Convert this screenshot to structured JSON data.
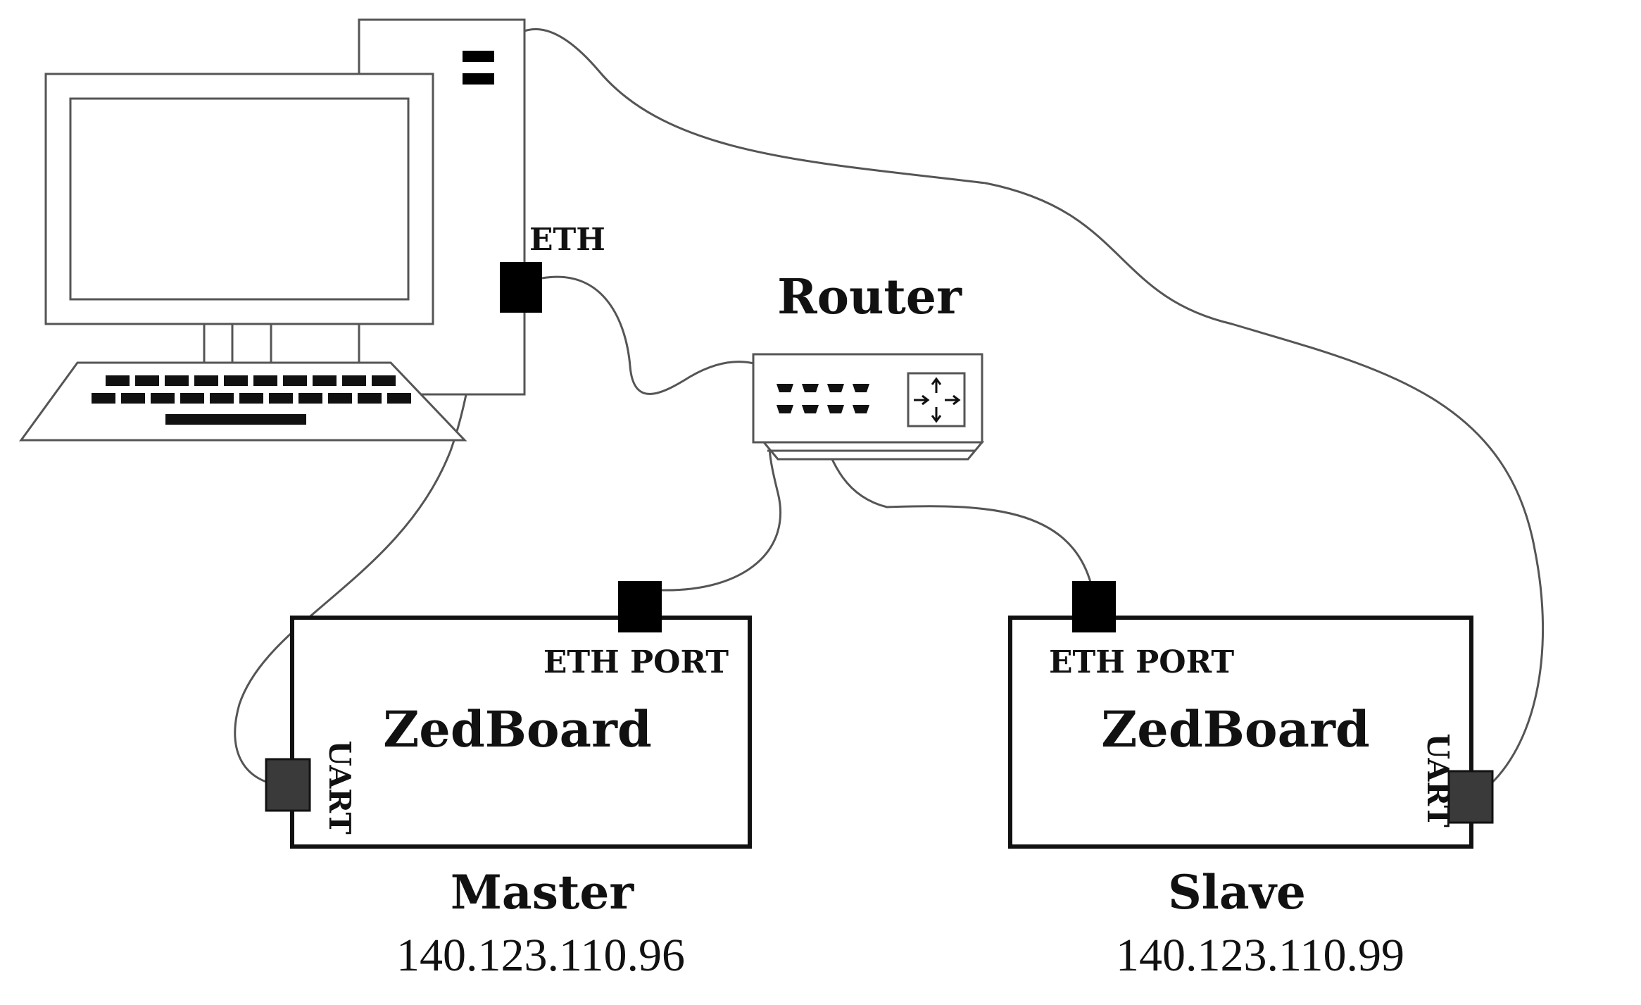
{
  "labels": {
    "pc_eth": "ETH",
    "router": "Router",
    "master_eth": "ETH PORT",
    "master_board": "ZedBoard",
    "master_uart": "UART",
    "master_role": "Master",
    "master_ip": "140.123.110.96",
    "slave_eth": "ETH PORT",
    "slave_board": "ZedBoard",
    "slave_uart": "UART",
    "slave_role": "Slave",
    "slave_ip": "140.123.110.99"
  },
  "colors": {
    "cable": "#555555",
    "outline": "#555555",
    "connector": "#000000",
    "uart_connector": "#3a3a3a"
  }
}
